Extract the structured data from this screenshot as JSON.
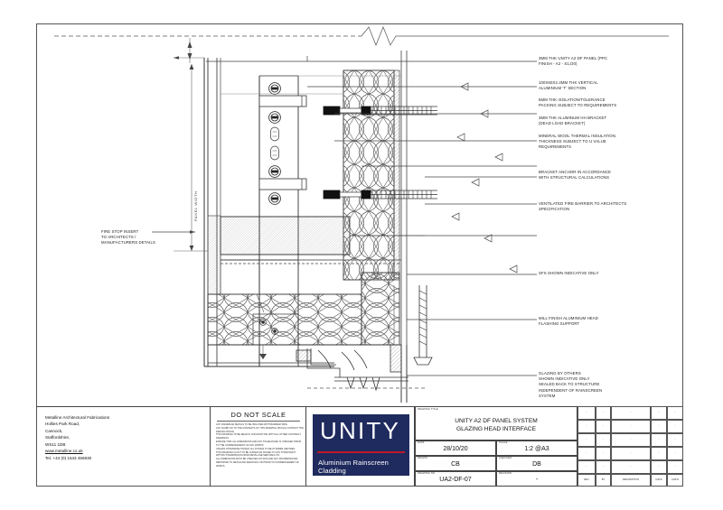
{
  "sheet": {
    "do_not_scale_title": "DO NOT SCALE",
    "notes": "ANY  DISSIMILAR METALS TO BE ISOLATED WITH BARRIER TAPE\nANY DOUBT AS TO THE CONTENTS OF THIS DRAWING SHOULD CONTACT THE DESIGN OFFICE\nTHIS DRAWING TO BE READ IN CONJUNCTION WITH ALL OTHER CONTRACT DRAWINGS\nENSURE THAT ALL DIMENSIONS AND ANY TOLERANCES IS CHECKED PRIOR TO THE COMMENCEMENT OF ANY WORKS\nUNLESS OTHERWISE STATED, ALL FIXINGS TO BE AT 600mm CENTRES\nTHIS DRAWING IS NOT TO BE COPIED OR ISSUED TO ANY THIRD PARTY WITHOUT PERMISSION FROM METALLINE SERVICES LTD\nALL DIMENSIONS MUST BE CHECKED ON SITE AND ANY DISCREPANCIES REPORTED TO METALLINE SERVICES LTD PRIOR TO COMMENCEMENT OF WORKS"
  },
  "company": {
    "name": "Metalline Architectural Fabrications",
    "line1": "Hollies Park Road,",
    "line2": "Cannock,",
    "line3": "Staffordshire,",
    "line4": "WS11 1DB",
    "web": "www.metalline.co.uk",
    "tel": "Tel. +44 (0) 1543 456930"
  },
  "logo": {
    "word": "UNITY",
    "subtitle": "Aluminium Rainscreen Cladding",
    "navy": "#1f2a5e",
    "red": "#c0182b"
  },
  "titleblock": {
    "drawing_title_label": "DRAWING TITLE",
    "drawing_title_line1": "UNITY A2 DF PANEL SYSTEM",
    "drawing_title_line2": "GLAZING HEAD INTERFACE",
    "date_label": "DATE",
    "date_value": "28/10/20",
    "scale_label": "SCALE",
    "scale_value": "1:2 @A3",
    "drawn_label": "DRAWN",
    "drawn_value": "CB",
    "checked_label": "CHECKED",
    "checked_value": "DB",
    "drawing_no_label": "DRAWING No.",
    "drawing_no_value": "UA2-DF-07",
    "revision_label": "REVISION",
    "revision_value": "-"
  },
  "revision_table": {
    "headers": {
      "rev": "REV",
      "by": "BY",
      "description": "DESCRIPTION",
      "date": "DATE",
      "chkd": "CHK'D"
    },
    "rows": [
      {
        "rev": "-",
        "by": "-",
        "description": "-",
        "date": "-",
        "chkd": "-"
      },
      {
        "rev": "-",
        "by": "-",
        "description": "-",
        "date": "-",
        "chkd": "-"
      },
      {
        "rev": "-",
        "by": "-",
        "description": "-",
        "date": "-",
        "chkd": "-"
      },
      {
        "rev": "-",
        "by": "-",
        "description": "-",
        "date": "-",
        "chkd": "-"
      },
      {
        "rev": "-",
        "by": "-",
        "description": "-",
        "date": "-",
        "chkd": "-"
      }
    ]
  },
  "annotations": {
    "left": {
      "fire_stop": "FIRE STOP INSERT\nTO ARCHITECTS /\nMANUFACTURERS DETAILS"
    },
    "dimension": {
      "panel_width": "PANEL WIDTH"
    },
    "right": [
      {
        "id": "panel",
        "text": "3MM THK UNITY A2 DF PANEL (PPC\nFINISH - A2 - s1,d0)"
      },
      {
        "id": "tee-section",
        "text": "100X60X2.2MM THK VERTICAL\nALUMINIUM 'T' SECTION"
      },
      {
        "id": "isolation-packing",
        "text": "5MM THK ISOLATION/TOLERANCE\nPACKING SUBJECT TO REQUIREMENTS"
      },
      {
        "id": "hh-bracket",
        "text": "3MM THK ALUMINUM HH BRACKET\n(DEAD LOAD BRACKET)"
      },
      {
        "id": "mineral-wool",
        "text": "MINERAL WOOL THERMAL INSULATION.\nTHICKNESS SUBJECT TO U VALUE\nREQUIREMENTS"
      },
      {
        "id": "bracket-anchor",
        "text": "BRACKET ANCHOR IN ACCORDANCE\nWITH STRUCTURAL CALCULATIONS"
      },
      {
        "id": "fire-barrier",
        "text": "VENTILATED FIRE BARRIER TO ARCHITECTS\nSPECIFICATION"
      },
      {
        "id": "sfs",
        "text": "SFS SHOWN INDICATIVE ONLY"
      },
      {
        "id": "head-flashing",
        "text": "MILL FINISH ALUMINIUM HEAD\nFLASHING SUPPORT"
      },
      {
        "id": "glazing",
        "text": "GLAZING BY OTHERS\nSHOWN INDICATIVE ONLY\nSEALED BACK TO STRUCTURE\nINDEPENDENT OF RAINSCREEN\nSYSTEM"
      }
    ]
  }
}
